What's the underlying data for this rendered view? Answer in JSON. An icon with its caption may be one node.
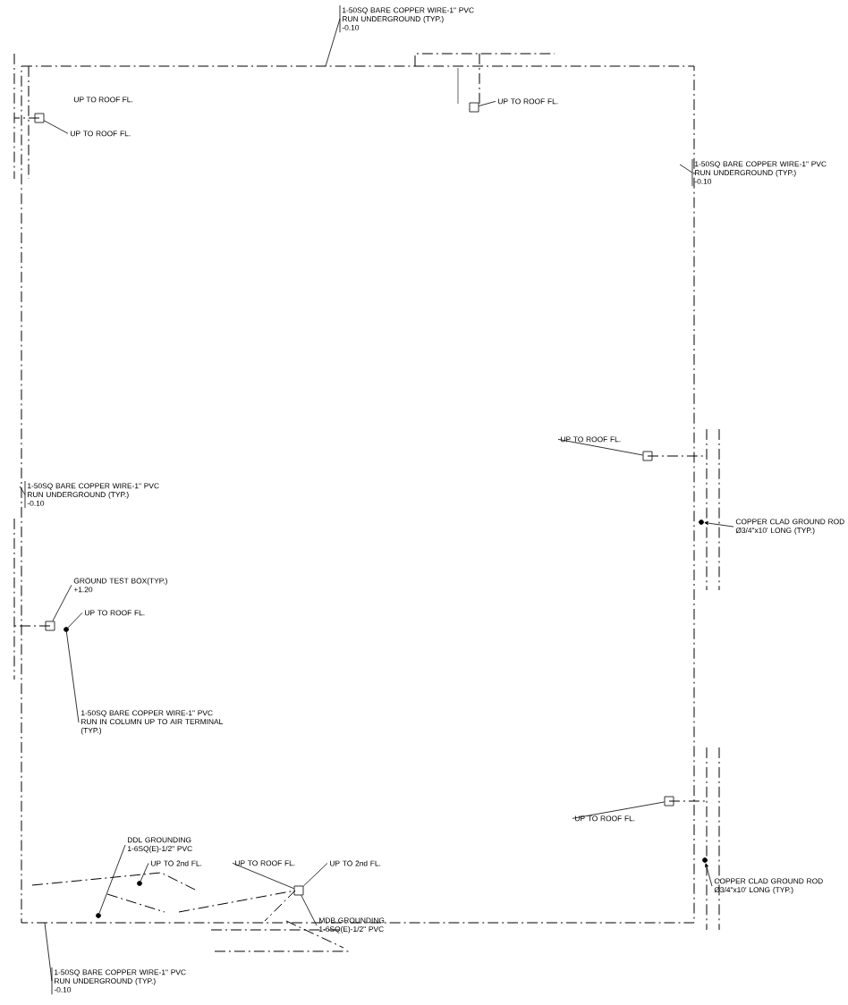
{
  "diagram": {
    "nodes": [
      {
        "text": [
          "1-50SQ BARE COPPER WIRE-1\" PVC RUN UNDERGROUND (TYP.)",
          "-0.10"
        ]
      },
      {
        "text": [
          "UP TO ROOF FL."
        ]
      },
      {
        "text": [
          "UP TO ROOF FL."
        ]
      },
      {
        "text": [
          "1-50SQ BARE COPPER WIRE-1\" PVC RUN UNDERGROUND (TYP.)",
          "-0.10"
        ]
      },
      {
        "text": [
          "1-50SQ BARE COPPER WIRE-1\" PVC RUN UNDERGROUND (TYP.)",
          "-0.10"
        ]
      },
      {
        "text": [
          "GROUND TEST BOX(TYP.)",
          "+1.20"
        ]
      },
      {
        "text": [
          "UP TO ROOF FL."
        ]
      },
      {
        "text": [
          "1-50SQ BARE COPPER WIRE-1\" PVC RUN IN COLUMN UP TO AIR TERMINAL (TYP.)"
        ]
      },
      {
        "text": [
          "UP TO ROOF FL."
        ]
      },
      {
        "text": [
          "COPPER CLAD GROUND ROD Ø3/4\"x10' LONG (TYP.)"
        ]
      },
      {
        "text": [
          "UP TO ROOF FL."
        ]
      },
      {
        "text": [
          "COPPER CLAD GROUND ROD Ø3/4\"x10' LONG (TYP.)"
        ]
      },
      {
        "text": [
          "DDL GROUNDING",
          "1-6SQ(E)-1/2\" PVC"
        ]
      },
      {
        "text": [
          "UP TO 2nd FL."
        ]
      },
      {
        "text": [
          "UP TO ROOF FL."
        ]
      },
      {
        "text": [
          "UP TO 2nd FL."
        ]
      },
      {
        "text": [
          "MDB GROUNDING",
          "1-6SQ(E)-1/2\" PVC"
        ]
      },
      {
        "text": [
          "1-50SQ BARE COPPER WIRE-1\" PVC RUN UNDERGROUND (TYP.)",
          "-0.10"
        ]
      },
      {
        "text": [],
        "shape": "box"
      },
      {
        "text": [],
        "shape": "box"
      },
      {
        "text": [],
        "shape": "box"
      },
      {
        "text": [],
        "shape": "circle"
      },
      {
        "text": [],
        "shape": "box"
      },
      {
        "text": [],
        "shape": "circle"
      },
      {
        "text": [],
        "shape": "box"
      },
      {
        "text": [],
        "shape": "circle"
      },
      {
        "text": [],
        "shape": "circle"
      },
      {
        "text": [],
        "shape": "circle"
      },
      {
        "text": [],
        "shape": "box"
      }
    ],
    "edges": [
      {
        "from": 0,
        "to": null,
        "arrow": "none"
      },
      {
        "from": 1,
        "to": 18,
        "arrow": "none"
      },
      {
        "from": 2,
        "to": 19,
        "arrow": "none"
      },
      {
        "from": 3,
        "to": null,
        "arrow": "none"
      },
      {
        "from": 4,
        "to": null,
        "arrow": "none"
      },
      {
        "from": 5,
        "to": 20,
        "arrow": "none"
      },
      {
        "from": 6,
        "to": 21,
        "arrow": "none"
      },
      {
        "from": 7,
        "to": 21,
        "arrow": "none"
      },
      {
        "from": 8,
        "to": 22,
        "arrow": "none"
      },
      {
        "from": 9,
        "to": 23,
        "arrow": "to"
      },
      {
        "from": 10,
        "to": 24,
        "arrow": "none"
      },
      {
        "from": 11,
        "to": 25,
        "arrow": "to"
      },
      {
        "from": 12,
        "to": 26,
        "arrow": "none"
      },
      {
        "from": 13,
        "to": 27,
        "arrow": "none"
      },
      {
        "from": 14,
        "to": 28,
        "arrow": "none"
      },
      {
        "from": 15,
        "to": 28,
        "arrow": "none"
      },
      {
        "from": 16,
        "to": 28,
        "arrow": "none"
      },
      {
        "from": 17,
        "to": null,
        "arrow": "none"
      }
    ],
    "labels": [
      "UP TO ROOF FL."
    ]
  }
}
